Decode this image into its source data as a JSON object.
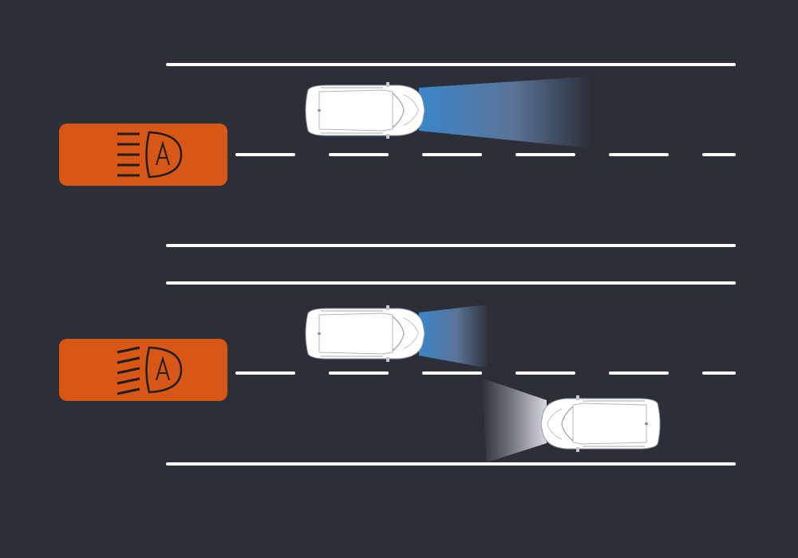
{
  "scenes": [
    {
      "id": "no-oncoming",
      "indicator": {
        "icon": "auto-high-beam-icon",
        "letter": "A"
      },
      "beam": "high-beam"
    },
    {
      "id": "oncoming-vehicle",
      "indicator": {
        "icon": "auto-low-beam-icon",
        "letter": "A"
      },
      "beam": "low-beam"
    }
  ],
  "colors": {
    "background": "#2c2f38",
    "indicator": "#d95716",
    "lane": "#ffffff",
    "beam_blue": "#3a86c8"
  }
}
